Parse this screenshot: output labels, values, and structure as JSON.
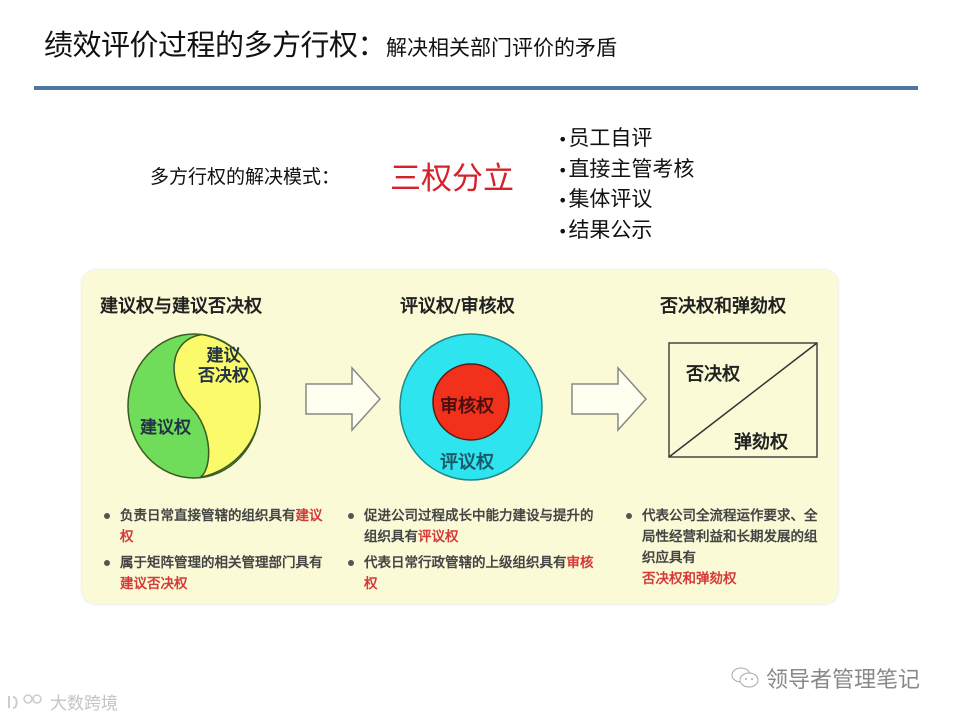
{
  "header": {
    "title_main": "绩效评价过程的多方行权：",
    "title_sub": "解决相关部门评价的矛盾"
  },
  "mode": {
    "label": "多方行权的解决模式：",
    "value": "三权分立",
    "value_color": "#d6212a",
    "bullets": [
      "员工自评",
      "直接主管考核",
      "集体评议",
      "结果公示"
    ]
  },
  "diagram": {
    "columns": [
      {
        "title": "建议权与建议否决权",
        "figure": "yin-yang",
        "labels": {
          "yellow_line1": "建议",
          "yellow_line2": "否决权",
          "green": "建议权"
        },
        "colors": {
          "green": "#6fdc5a",
          "yellow": "#fafa6a"
        },
        "notes": [
          {
            "text": "负责日常直接管辖的组织具有",
            "highlight": "建议权"
          },
          {
            "text": "属于矩阵管理的相关管理部门具有",
            "highlight": "建议否决权"
          }
        ]
      },
      {
        "title": "评议权/审核权",
        "figure": "concentric-circles",
        "labels": {
          "inner": "审核权",
          "outer": "评议权"
        },
        "colors": {
          "outer": "#2ee4ee",
          "inner": "#f2311c"
        },
        "notes": [
          {
            "text": "促进公司过程成长中能力建设与提升的组织具有",
            "highlight": "评议权"
          },
          {
            "text": "代表日常行政管辖的上级组织具有",
            "highlight": "审核权"
          }
        ]
      },
      {
        "title": "否决权和弹劾权",
        "figure": "split-box",
        "labels": {
          "top": "否决权",
          "bottom": "弹劾权"
        },
        "notes": [
          {
            "text": "代表公司全流程运作要求、全局性经营利益和长期发展的组织应具有",
            "highlight": "否决权和弹劾权"
          }
        ]
      }
    ],
    "panel_color": "#fbfad7",
    "highlight_color": "#d43a3a"
  },
  "watermarks": {
    "right": "领导者管理笔记",
    "left": "大数跨境"
  }
}
